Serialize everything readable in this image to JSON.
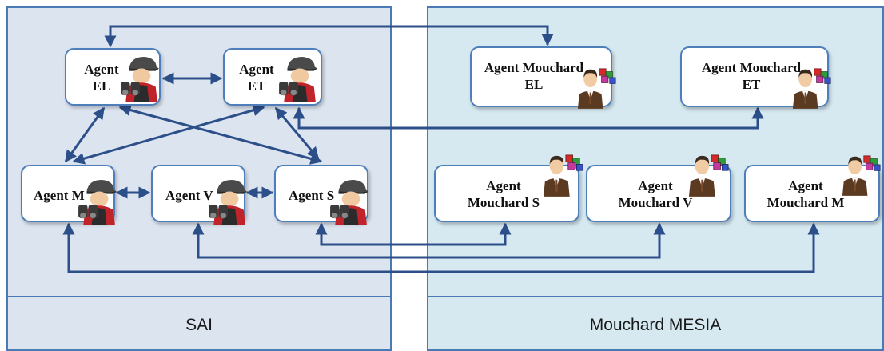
{
  "panels": {
    "left": {
      "label": "SAI"
    },
    "right": {
      "label": "Mouchard MESIA"
    }
  },
  "nodes": {
    "el": {
      "line1": "Agent",
      "line2": "EL"
    },
    "et": {
      "line1": "Agent",
      "line2": "ET"
    },
    "m": {
      "line1": "Agent M"
    },
    "v": {
      "line1": "Agent V"
    },
    "s": {
      "line1": "Agent S"
    },
    "mel": {
      "line1": "Agent Mouchard",
      "line2": "EL"
    },
    "met": {
      "line1": "Agent Mouchard",
      "line2": "ET"
    },
    "ms": {
      "line1": "Agent",
      "line2": "Mouchard S"
    },
    "mv": {
      "line1": "Agent",
      "line2": "Mouchard V"
    },
    "mm": {
      "line1": "Agent",
      "line2": "Mouchard M"
    }
  },
  "icons": {
    "spy_agent": "spy-binoculars-icon",
    "mouchard_agent": "businessman-cubes-icon"
  },
  "colors": {
    "arrow": "#2c4f8a",
    "panel_border": "#4a7ab3",
    "left_panel_bg": "#dce4f0",
    "right_panel_bg": "#d6e9f1"
  }
}
